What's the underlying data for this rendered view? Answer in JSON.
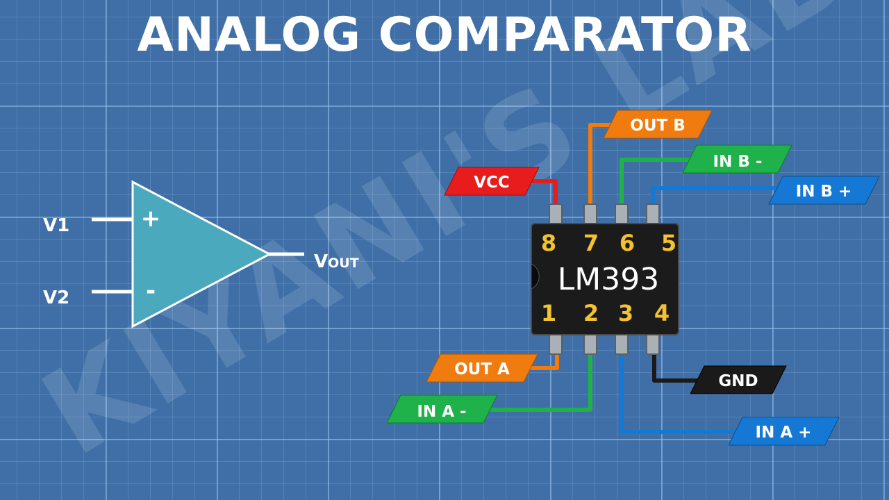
{
  "title": "ANALOG COMPARATOR",
  "watermark": "KIYANI'S LAB",
  "comparator": {
    "input_plus_label": "V1",
    "input_minus_label": "V2",
    "plus_sign": "+",
    "minus_sign": "-",
    "output_label_main": "V",
    "output_label_sub": "OUT"
  },
  "chip": {
    "name": "LM393",
    "pins_top": [
      "8",
      "7",
      "6",
      "5"
    ],
    "pins_bottom": [
      "1",
      "2",
      "3",
      "4"
    ]
  },
  "pin_tags": {
    "vcc": "VCC",
    "out_b": "OUT B",
    "in_b_minus": "IN B -",
    "in_b_plus": "IN B +",
    "out_a": "OUT A",
    "in_a_minus": "IN A -",
    "gnd": "GND",
    "in_a_plus": "IN A +"
  },
  "colors": {
    "background": "#3f6fa6",
    "comparator_fill": "#4aa9bd",
    "chip_body": "#1b1b1b",
    "pin_number": "#f2c230",
    "vcc": "#e81c1c",
    "out": "#f07c10",
    "in_minus": "#1fb24a",
    "in_plus": "#1478d4",
    "gnd": "#1a1a1a"
  }
}
